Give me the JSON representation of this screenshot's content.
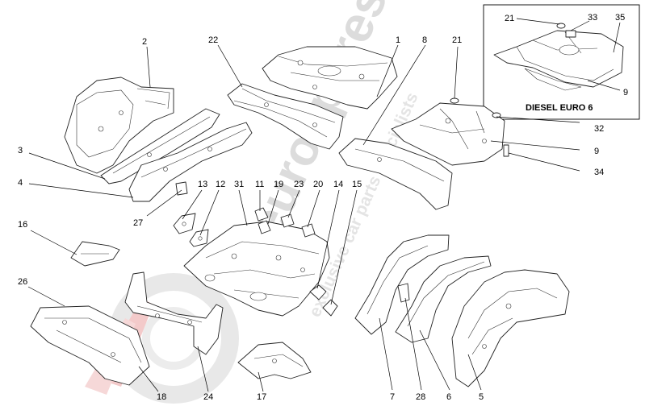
{
  "watermark": {
    "brand": "eurospares",
    "tagline": "exclusive car parts specialists",
    "colors": {
      "brand": "#dcdcdc",
      "tagline": "#e4e4e4",
      "logo_red": "#f2c9c9",
      "logo_grey": "#e6e6e6"
    }
  },
  "diagram": {
    "inset_label": "DIESEL  EURO 6",
    "callouts": [
      "1",
      "2",
      "3",
      "4",
      "5",
      "6",
      "7",
      "8",
      "9",
      "9",
      "11",
      "12",
      "13",
      "14",
      "15",
      "16",
      "17",
      "18",
      "19",
      "20",
      "21",
      "21",
      "22",
      "23",
      "24",
      "26",
      "27",
      "28",
      "31",
      "32",
      "33",
      "34",
      "35"
    ]
  }
}
